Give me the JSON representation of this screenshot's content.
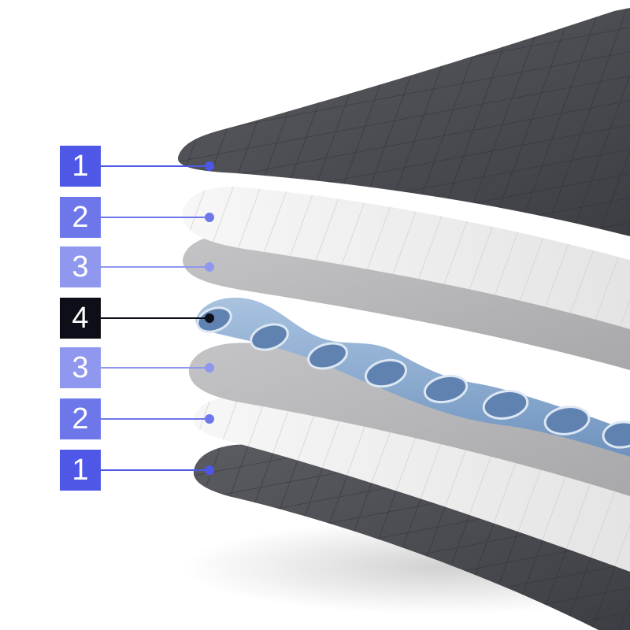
{
  "layers": [
    {
      "number": "1",
      "material": "dark-grey-quilted-top",
      "badge_color": "#4F58E6",
      "line_color": "#4F58E6"
    },
    {
      "number": "2",
      "material": "white-quilted",
      "badge_color": "#6D77EA",
      "line_color": "#6D77EA"
    },
    {
      "number": "3",
      "material": "grey-foam",
      "badge_color": "#8F97EF",
      "line_color": "#8F97EF"
    },
    {
      "number": "4",
      "material": "blue-wave-spring-core",
      "badge_color": "#0E0E18",
      "line_color": "#0E0E18"
    },
    {
      "number": "3",
      "material": "grey-foam",
      "badge_color": "#8F97EF",
      "line_color": "#8F97EF"
    },
    {
      "number": "2",
      "material": "white-quilted",
      "badge_color": "#6D77EA",
      "line_color": "#6D77EA"
    },
    {
      "number": "1",
      "material": "dark-grey-quilted-bottom",
      "badge_color": "#4F58E6",
      "line_color": "#4F58E6"
    }
  ],
  "colors": {
    "background": "#ffffff",
    "dark_fabric": "#4a4c51",
    "white_fabric": "#ededed",
    "grey_foam": "#b9b9bb",
    "blue_core": "#8fb1d6"
  }
}
